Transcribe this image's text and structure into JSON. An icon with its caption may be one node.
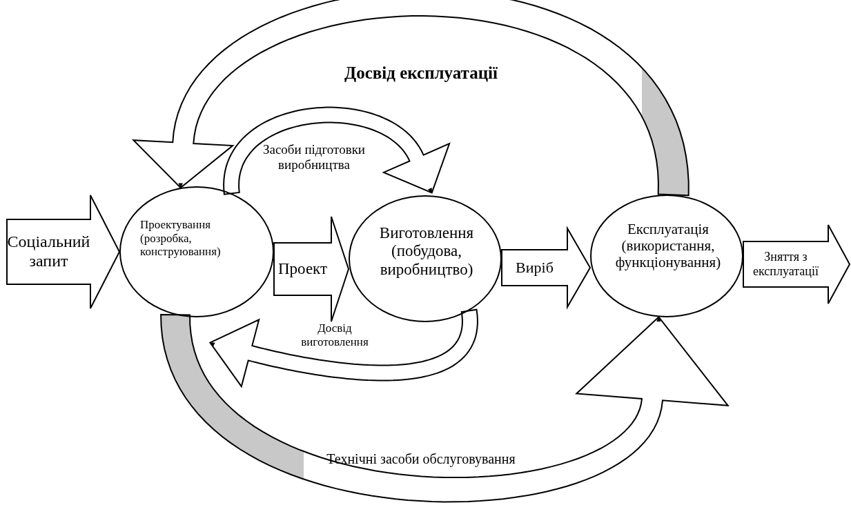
{
  "diagram": {
    "nodes": [
      {
        "text": [
          "Проектування (розробка, конструювання)"
        ]
      },
      {
        "text": [
          "Виготовлення (побудова, виробництво)"
        ]
      },
      {
        "text": [
          "Експлуатація (використання, функціонування)"
        ]
      }
    ],
    "edges": [
      {
        "from": null,
        "to": 0,
        "arrow": "to",
        "label": "Соціальний запит"
      },
      {
        "from": 0,
        "to": 1,
        "arrow": "to",
        "label": "Проект"
      },
      {
        "from": 1,
        "to": 2,
        "arrow": "to",
        "label": "Виріб"
      },
      {
        "from": 2,
        "to": null,
        "arrow": "to",
        "label": "Зняття з експлуатації"
      },
      {
        "from": 0,
        "to": 1,
        "arrow": "to",
        "label": "Засоби підготовки виробництва"
      },
      {
        "from": 1,
        "to": 0,
        "arrow": "to",
        "label": "Досвід виготовлення"
      },
      {
        "from": 2,
        "to": 0,
        "arrow": "to",
        "label": "Досвід експлуатації"
      },
      {
        "from": 0,
        "to": 2,
        "arrow": "to",
        "label": "Технічні засоби обслуговування"
      }
    ]
  }
}
